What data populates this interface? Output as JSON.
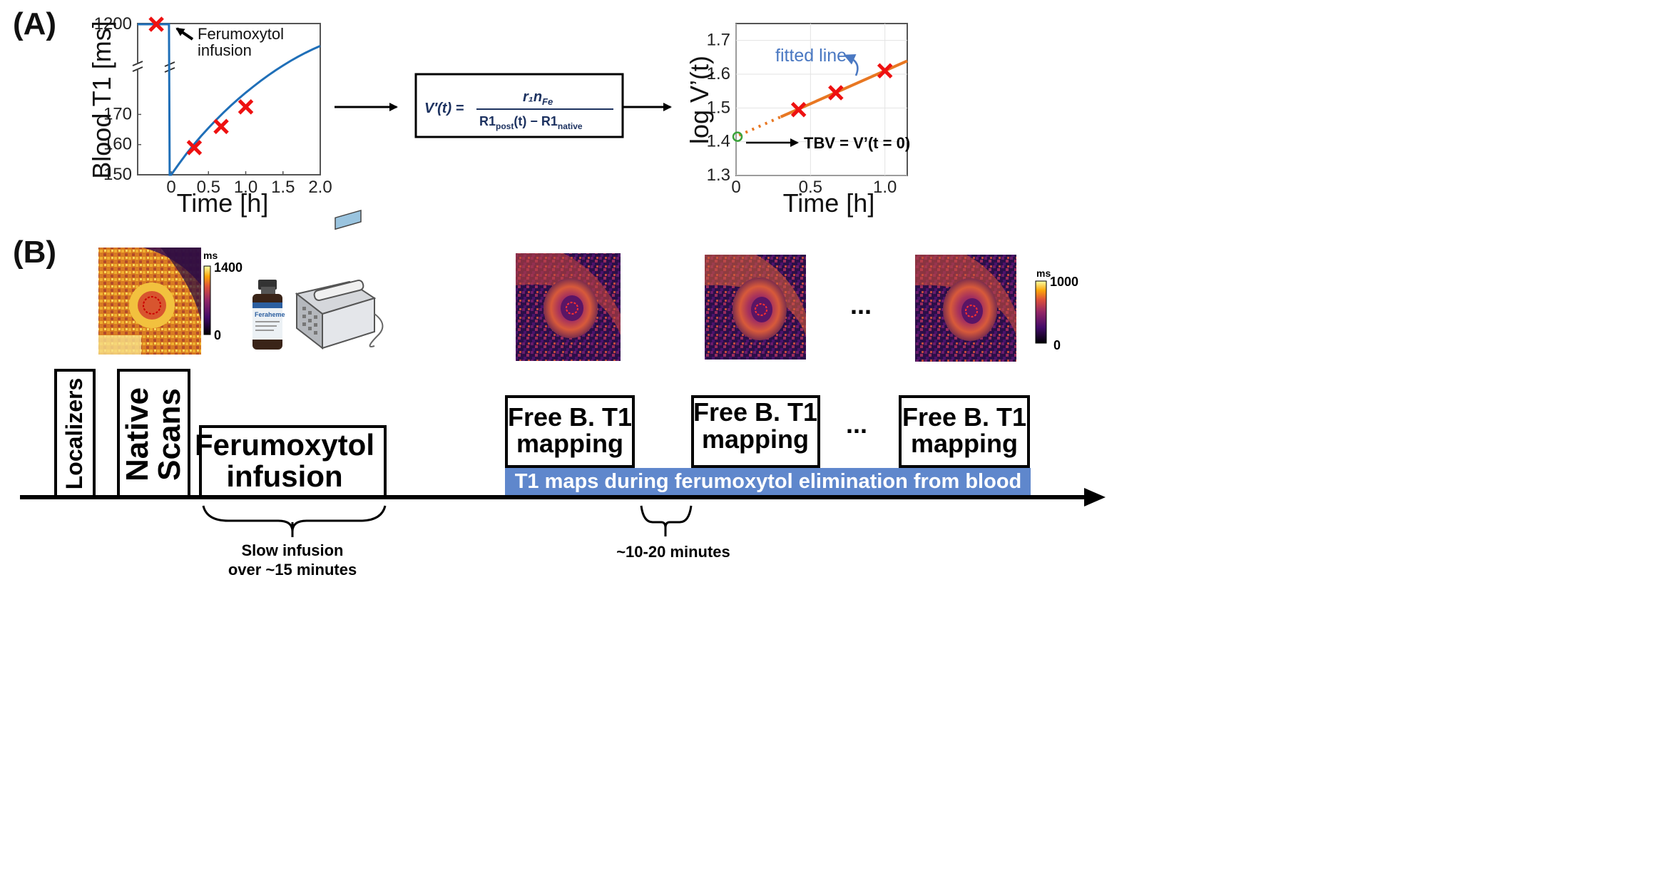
{
  "panel_a": {
    "label": "(A)",
    "annotation": {
      "line1": "Ferumoxytol",
      "line2": "infusion"
    },
    "equation": {
      "lhs": "V′(t) =",
      "numerator": "r₁n",
      "numerator_sub": "Fe",
      "denominator_a": "R1",
      "denominator_a_sub": "post",
      "denominator_b": "(t) − R1",
      "denominator_b_sub": "native"
    },
    "fit_label": "fitted line",
    "tbv_label": "TBV = V’(t = 0)"
  },
  "chart_data": [
    {
      "type": "line",
      "xlabel": "Time [h]",
      "ylabel": "Blood T1 [ms]",
      "xlim": [
        -0.45,
        2.0
      ],
      "x_ticks": [
        "0",
        "0.5",
        "1.0",
        "1.5",
        "2.0"
      ],
      "x_tick_values": [
        0,
        0.5,
        1.0,
        1.5,
        2.0
      ],
      "y_ticks": [
        "1200",
        "170",
        "160",
        "150"
      ],
      "y_tick_values": [
        1200,
        170,
        160,
        150
      ],
      "y_axis_break": true,
      "grid": false,
      "series_color": "#1f6fb8",
      "marker_color": "#ee1111",
      "curve": [
        [
          -0.45,
          1200
        ],
        [
          -0.05,
          1200
        ],
        [
          -0.03,
          1200
        ],
        [
          -0.02,
          150
        ],
        [
          0,
          150
        ],
        [
          0.1,
          153.5
        ],
        [
          0.2,
          156.8
        ],
        [
          0.3,
          159.9
        ],
        [
          0.4,
          162.8
        ],
        [
          0.5,
          165.5
        ],
        [
          0.6,
          168.1
        ],
        [
          0.7,
          170.6
        ],
        [
          0.8,
          172.9
        ],
        [
          0.9,
          175.1
        ],
        [
          1.0,
          177.2
        ],
        [
          1.1,
          179.2
        ],
        [
          1.2,
          181.1
        ],
        [
          1.3,
          182.9
        ],
        [
          1.4,
          184.6
        ],
        [
          1.5,
          186.2
        ],
        [
          1.6,
          187.7
        ],
        [
          1.7,
          189.1
        ],
        [
          1.8,
          190.4
        ],
        [
          1.9,
          191.6
        ],
        [
          2.0,
          192.7
        ]
      ],
      "markers": [
        {
          "x": -0.2,
          "y": 1200
        },
        {
          "x": 0.31,
          "y": 159
        },
        {
          "x": 0.67,
          "y": 166
        },
        {
          "x": 1.0,
          "y": 172.5
        }
      ]
    },
    {
      "type": "scatter",
      "xlabel": "Time [h]",
      "ylabel": "log V’(t)",
      "xlim": [
        0,
        1.15
      ],
      "ylim": [
        1.3,
        1.75
      ],
      "x_ticks": [
        "0",
        "0.5",
        "1.0"
      ],
      "x_tick_values": [
        0,
        0.5,
        1.0
      ],
      "y_ticks": [
        "1.3",
        "1.4",
        "1.5",
        "1.6",
        "1.7"
      ],
      "y_tick_values": [
        1.3,
        1.4,
        1.5,
        1.6,
        1.7
      ],
      "grid": true,
      "fit_color": "#e87722",
      "marker_color": "#ee1111",
      "intercept_color": "#3aa23a",
      "fit_line": {
        "intercept": 1.415,
        "slope": 0.195,
        "x_end": 1.15
      },
      "markers": [
        {
          "x": 0.42,
          "y": 1.495
        },
        {
          "x": 0.67,
          "y": 1.545
        },
        {
          "x": 1.0,
          "y": 1.61
        }
      ],
      "intercept_point": {
        "x": 0,
        "y": 1.415
      }
    }
  ],
  "panel_b": {
    "label": "(B)",
    "colorbar_left": {
      "unit": "ms",
      "max": "1400",
      "min": "0"
    },
    "colorbar_right": {
      "unit": "ms",
      "max": "1000",
      "min": "0"
    },
    "ellipsis": "...",
    "vial_text": "Feraheme",
    "boxes": {
      "localizers": "Localizers",
      "native_1": "Native",
      "native_2": "Scans",
      "infusion_1": "Ferumoxytol",
      "infusion_2": "infusion",
      "free_b_line1": "Free B. T1",
      "free_b_line2": "mapping"
    },
    "banner": "T1 maps during ferumoxytol elimination from blood",
    "slow_infusion_1": "Slow infusion",
    "slow_infusion_2": "over ~15 minutes",
    "interval": "~10-20 minutes",
    "colors": {
      "banner": "#5f87cc",
      "inferno_dark": "#1b0a3a",
      "inferno_light": "#fcf6a2"
    }
  }
}
